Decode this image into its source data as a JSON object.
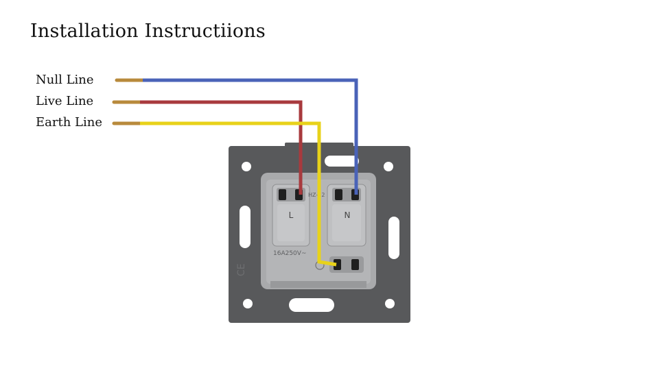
{
  "title": "Installation Instructiions",
  "wires": {
    "null": {
      "label": "Null Line",
      "color": "#4a63b8"
    },
    "live": {
      "label": "Live Line",
      "color": "#a83a3e"
    },
    "earth": {
      "label": "Earth Line",
      "color": "#e8d21a"
    }
  },
  "socket": {
    "terminal_l": "L",
    "terminal_n": "N",
    "model_text": "HZ-12",
    "rating_text": "16A250V~",
    "frame_color": "#58595b",
    "body_color": "#a9aaac"
  }
}
